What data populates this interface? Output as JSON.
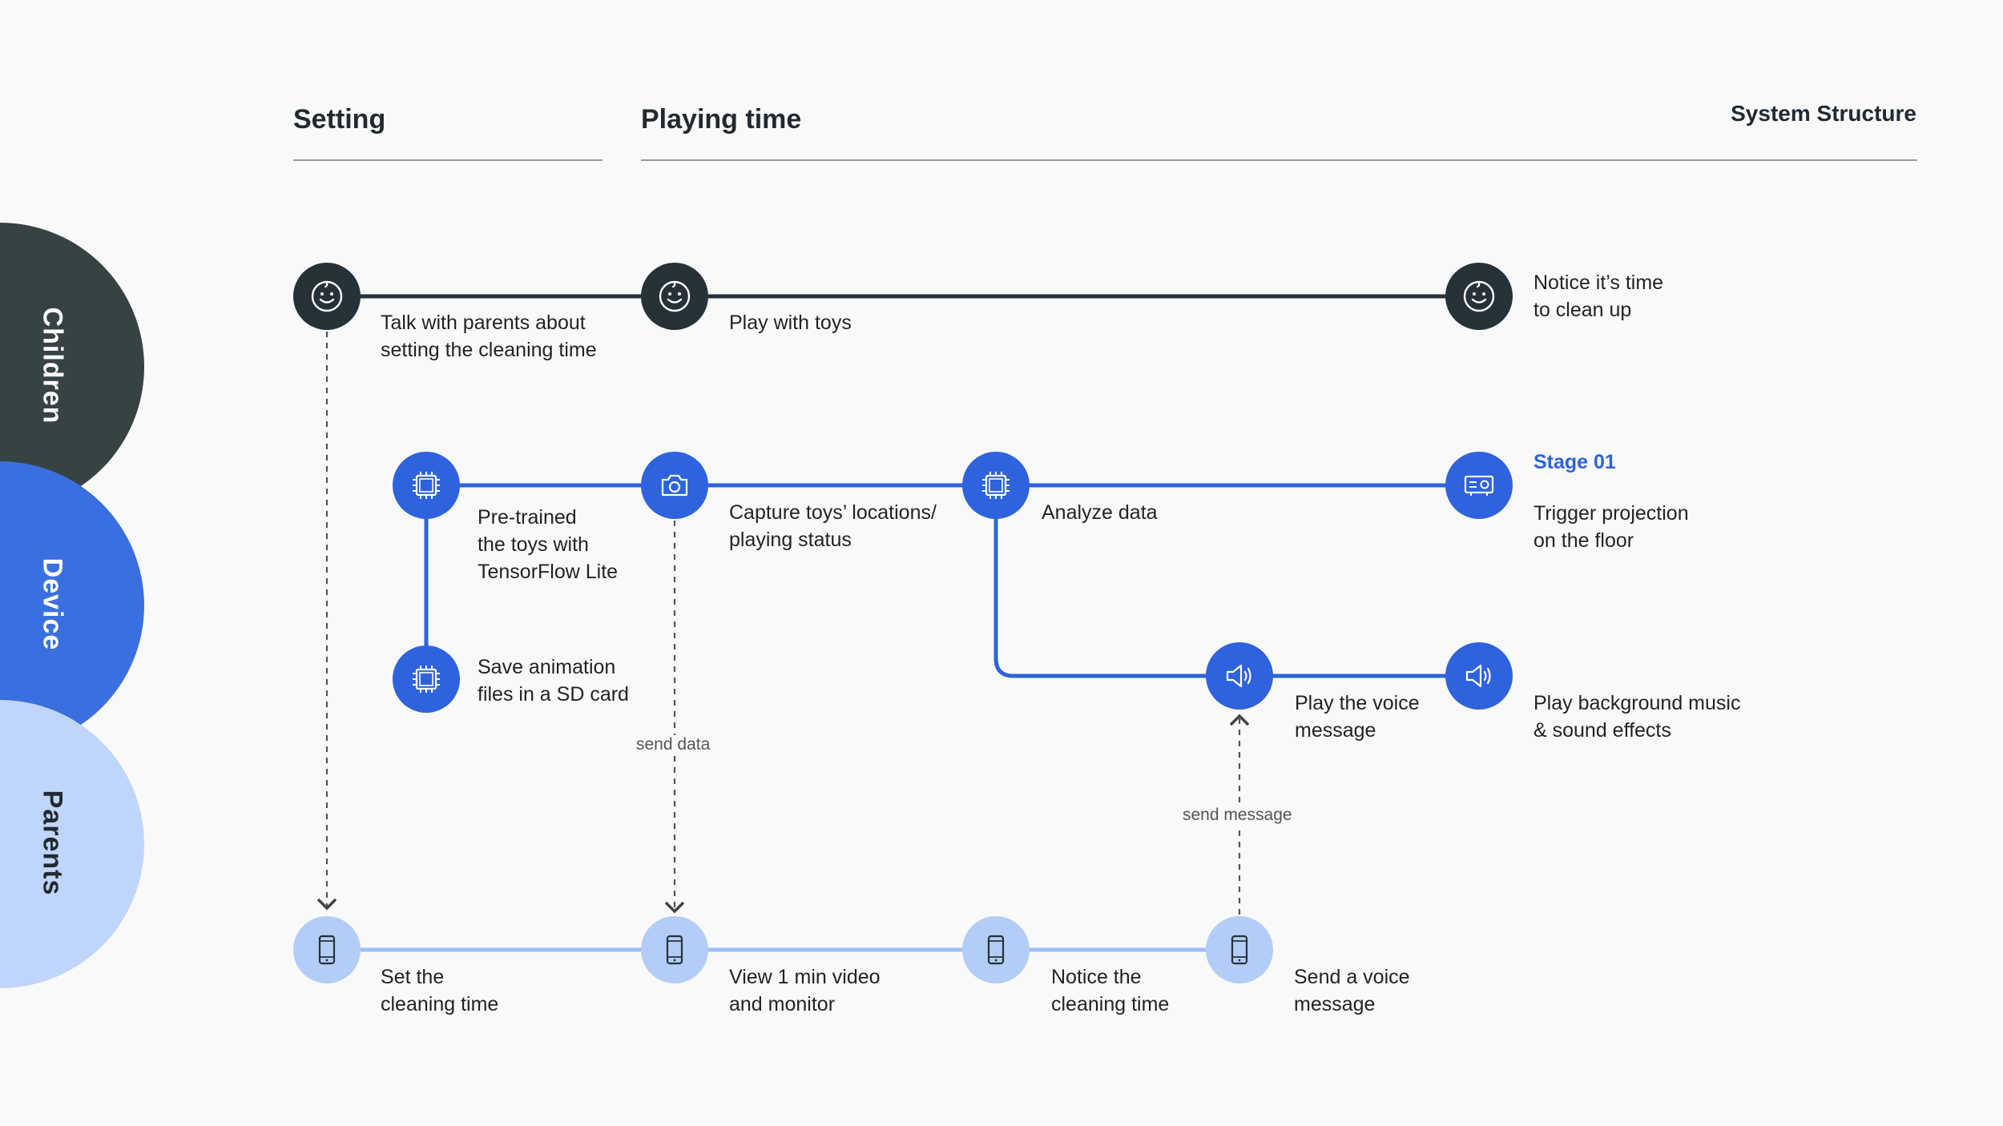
{
  "header": {
    "setting": "Setting",
    "playing_time": "Playing time",
    "system_structure": "System Structure"
  },
  "lanes": {
    "children": "Children",
    "device": "Device",
    "parents": "Parents"
  },
  "children": {
    "talk": [
      "Talk with parents about",
      "setting the cleaning time"
    ],
    "play": [
      "Play with toys"
    ],
    "notice": [
      "Notice it’s time",
      "to clean up"
    ]
  },
  "device": {
    "pretrained": [
      "Pre-trained",
      "the toys with",
      "TensorFlow Lite"
    ],
    "save": [
      "Save animation",
      "files in a SD card"
    ],
    "capture": [
      "Capture toys’ locations/",
      "playing status"
    ],
    "analyze": [
      "Analyze data"
    ],
    "stage": "Stage 01",
    "trigger": [
      "Trigger projection",
      "on the floor"
    ],
    "voice": [
      "Play the voice",
      "message"
    ],
    "music": [
      "Play background music",
      "& sound effects"
    ]
  },
  "parents": {
    "set": [
      "Set the",
      "cleaning time"
    ],
    "view": [
      "View 1 min video",
      "and monitor"
    ],
    "notice": [
      "Notice the",
      "cleaning time"
    ],
    "send": [
      "Send a voice",
      "message"
    ]
  },
  "connectors": {
    "send_data": "send data",
    "send_message": "send message"
  },
  "colors": {
    "dark": "#263238",
    "blue": "#2e63dd",
    "light": "#b3cdf7",
    "lane_children": "#374244",
    "lane_device": "#3a6fe0",
    "lane_parents": "#bfd5fb"
  }
}
